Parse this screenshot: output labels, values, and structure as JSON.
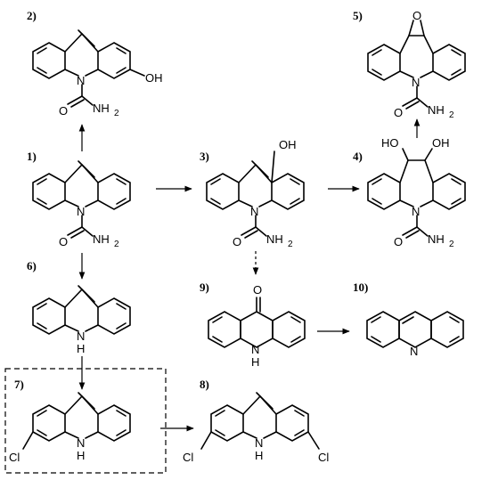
{
  "compound_labels": {
    "c1": "1)",
    "c2": "2)",
    "c3": "3)",
    "c4": "4)",
    "c5": "5)",
    "c6": "6)",
    "c7": "7)",
    "c8": "8)",
    "c9": "9)",
    "c10": "10)"
  },
  "atom_labels": {
    "n": "N",
    "nh_h": "H",
    "o": "O",
    "nh2": "NH",
    "sub2": "2",
    "oh": "OH",
    "ho": "HO",
    "cl": "Cl"
  }
}
